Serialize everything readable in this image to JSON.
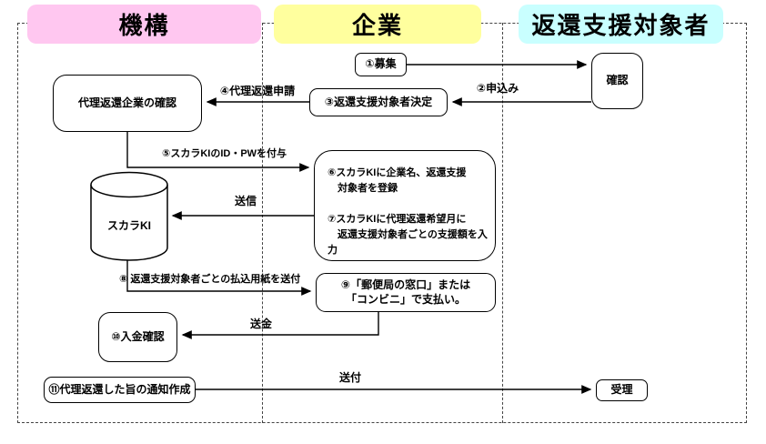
{
  "lanes": [
    {
      "label": "機構",
      "color": "#ffc7f0"
    },
    {
      "label": "企業",
      "color": "#ffff9e"
    },
    {
      "label": "返還支援対象者",
      "color": "#c9ffff"
    }
  ],
  "nodes": {
    "recruit": {
      "label": "①募集"
    },
    "confirm": {
      "label": "確認"
    },
    "decide": {
      "label": "③返還支援対象者決定"
    },
    "proxy_check": {
      "label": "代理返還企業の確認"
    },
    "scalaki_db": {
      "label": "スカラKI"
    },
    "register_input": {
      "label": "⑥スカラKIに企業名、返還支援\n　対象者を登録\n\n⑦スカラKIに代理返還希望月に\n　返還支援対象者ごとの支援額を入力"
    },
    "pay": {
      "label": "⑨「郵便局の窓口」または\n「コンビニ」で支払い。"
    },
    "deposit_check": {
      "label": "⑩入金確認"
    },
    "notice": {
      "label": "⑪代理返還した旨の通知作成"
    },
    "accept": {
      "label": "受理"
    }
  },
  "edge_labels": {
    "apply": "②申込み",
    "proxy_request": "④代理返還申請",
    "grant_idpw": "⑤スカラKIのID・PWを付与",
    "send": "送信",
    "payment_slip": "⑧ 返還支援対象者ごとの払込用紙を送付",
    "remit": "送金",
    "delivery": "送付"
  }
}
